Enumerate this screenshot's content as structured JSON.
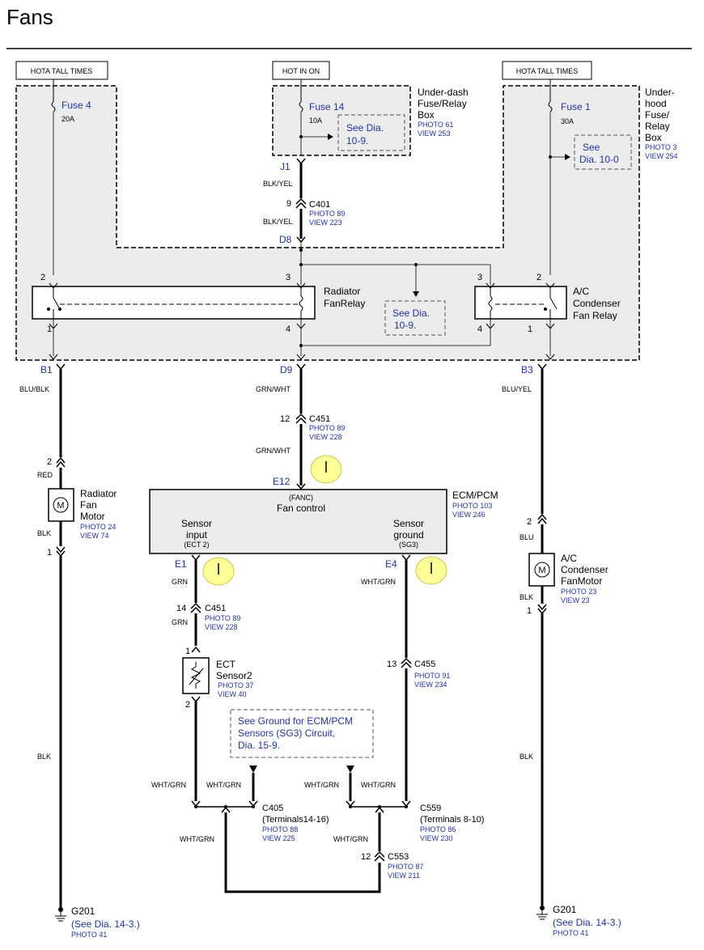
{
  "page": {
    "title": "Fans"
  },
  "colors": {
    "accent_blue": "#2233aa",
    "box_fill": "#ececec",
    "marker_yellow": "#ffff99"
  },
  "power_labels": {
    "left": "HOTA TALL TIMES",
    "center": "HOT IN ON",
    "right": "HOTA TALL TIMES"
  },
  "underdash_box": {
    "line1": "Under-dash",
    "line2": "Fuse/Relay",
    "line3": "Box",
    "photo": "PHOTO 61",
    "view": "VIEW 253"
  },
  "underhood_box": {
    "line1": "Under-",
    "line2": "hood",
    "line3": "Fuse/",
    "line4": "Relay",
    "line5": "Box",
    "photo": "PHOTO 3",
    "view": "VIEW 254"
  },
  "fuses": {
    "f4": {
      "name": "Fuse 4",
      "rating": "20A"
    },
    "f14": {
      "name": "Fuse 14",
      "rating": "10A"
    },
    "f1": {
      "name": "Fuse 1",
      "rating": "30A"
    }
  },
  "see_refs": {
    "d1099_a_l1": "See Dia.",
    "d1099_a_l2": "10-9.",
    "d100_l1": "See",
    "d100_l2": "Dia. 10-0",
    "d1099_b_l1": "See Dia.",
    "d1099_b_l2": "10-9.",
    "ground_l1": "See Ground for ECM/PCM",
    "ground_l2": "Sensors (SG3) Circuit,",
    "ground_l3": "Dia.  15-9."
  },
  "terminals": {
    "j1": "J1",
    "d8": "D8",
    "b1": "B1",
    "d9": "D9",
    "b3": "B3",
    "e12": "E12",
    "e1": "E1",
    "e4": "E4"
  },
  "pins": {
    "c401": "9",
    "r_rad_top_l": "2",
    "r_rad_top_r": "3",
    "r_rad_bot_l": "1",
    "r_rad_bot_r": "4",
    "r_ac_top_l": "3",
    "r_ac_top_r": "2",
    "r_ac_bot_l": "4",
    "r_ac_bot_r": "1",
    "c451_top": "12",
    "motor_top": "2",
    "motor_bot": "1",
    "c451_low": "14",
    "ect_top": "1",
    "ect_bot": "2",
    "c455": "13",
    "ac_motor_top": "2",
    "ac_motor_bot": "1",
    "c553": "12"
  },
  "wires": {
    "blk_yel_1": "BLK/YEL",
    "blk_yel_2": "BLK/YEL",
    "blu_blk": "BLU/BLK",
    "grn_wht_1": "GRN/WHT",
    "grn_wht_2": "GRN/WHT",
    "blu_yel": "BLU/YEL",
    "red": "RED",
    "blk_1": "BLK",
    "grn_1": "GRN",
    "grn_2": "GRN",
    "wht_grn_1": "WHT/GRN",
    "blu": "BLU",
    "blk_2": "BLK",
    "blk_3": "BLK",
    "blk_4": "BLK",
    "wht_grn_a": "WHT/GRN",
    "wht_grn_b": "WHT/GRN",
    "wht_grn_c": "WHT/GRN",
    "wht_grn_d": "WHT/GRN",
    "wht_grn_e": "WHT/GRN",
    "wht_grn_f": "WHT/GRN"
  },
  "connectors": {
    "c401": {
      "name": "C401",
      "photo": "PHOTO 89",
      "view": "VIEW 223"
    },
    "c451a": {
      "name": "C451",
      "photo": "PHOTO 89",
      "view": "VIEW 228"
    },
    "c451b": {
      "name": "C451",
      "photo": "PHOTO 89",
      "view": "VIEW 228"
    },
    "c455": {
      "name": "C455",
      "photo": "PHOTO 91",
      "view": "VIEW 234"
    },
    "c405": {
      "name": "C405",
      "detail": "(Terminals14-16)",
      "photo": "PHOTO 88",
      "view": "VIEW 225"
    },
    "c559": {
      "name": "C559",
      "detail": "(Terminals 8-10)",
      "photo": "PHOTO 86",
      "view": "VIEW 230"
    },
    "c553": {
      "name": "C553",
      "photo": "PHOTO 87",
      "view": "VIEW 211"
    }
  },
  "relays": {
    "radiator": {
      "line1": "Radiator",
      "line2": "FanRelay"
    },
    "ac": {
      "line1": "A/C",
      "line2": "Condenser",
      "line3": "Fan Relay"
    }
  },
  "radiator_motor": {
    "line1": "Radiator",
    "line2": "Fan",
    "line3": "Motor",
    "photo": "PHOTO 24",
    "view": "VIEW 74",
    "symbol": "M"
  },
  "ac_motor": {
    "line1": "A/C",
    "line2": "Condenser",
    "line3": "FanMotor",
    "photo": "PHOTO 23",
    "view": "VIEW 23",
    "symbol": "M"
  },
  "ecm": {
    "name": "ECM/PCM",
    "photo": "PHOTO 103",
    "view": "VIEW 246",
    "fanc": "(FANC)",
    "fan_control": "Fan control",
    "sensor_input_1": "Sensor",
    "sensor_input_2": "input",
    "sensor_input_3": "(ECT 2)",
    "sensor_ground_1": "Sensor",
    "sensor_ground_2": "ground",
    "sensor_ground_3": "(SG3)"
  },
  "ect_sensor": {
    "line1": "ECT",
    "line2": "Sensor2",
    "photo": "PHOTO 37",
    "view": "VIEW 40"
  },
  "grounds": {
    "left": {
      "name": "G201",
      "ref": "(See  Dia.  14-3.)",
      "photo": "PHOTO 41"
    },
    "right": {
      "name": "G201",
      "ref": "(See  Dia.  14-3.)",
      "photo": "PHOTO 41"
    }
  }
}
